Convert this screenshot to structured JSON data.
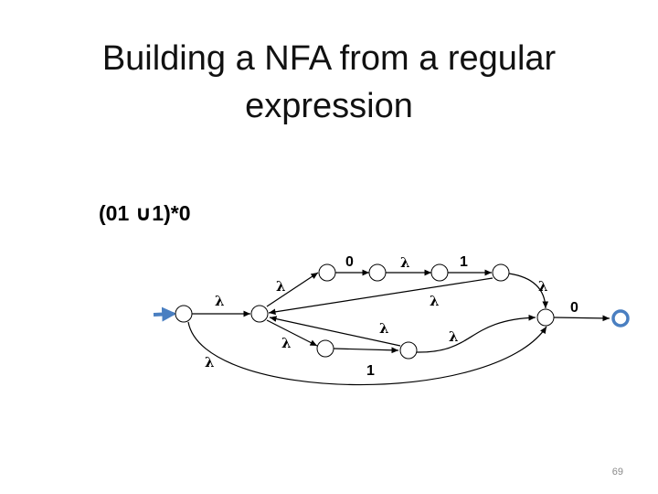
{
  "slide": {
    "title_line1": "Building a NFA from a regular",
    "title_line2": "expression",
    "expression": "(01 ∪1)*0",
    "page_number": "69"
  },
  "edges": {
    "lambda": "λ",
    "zero": "0",
    "one": "1"
  },
  "colors": {
    "start_arrow": "#4a7fc1",
    "accept_state": "#4a7fc1",
    "state_fill": "#ffffff",
    "stroke": "#000000"
  }
}
